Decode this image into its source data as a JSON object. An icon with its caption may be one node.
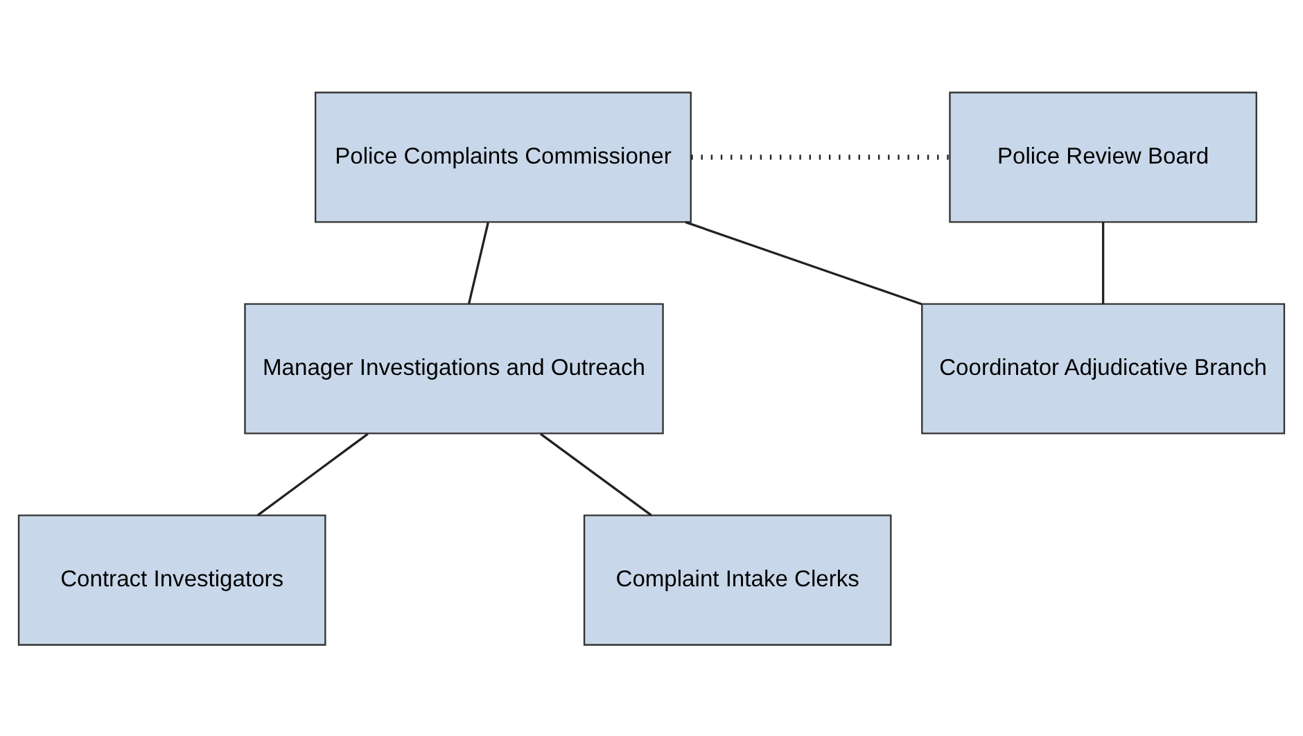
{
  "diagram": {
    "nodes": [
      {
        "text": [
          "Police Complaints Commissioner"
        ]
      },
      {
        "text": [
          "Police Review Board"
        ]
      },
      {
        "text": [
          "Manager Investigations and Outreach"
        ]
      },
      {
        "text": [
          "Coordinator Adjudicative Branch"
        ]
      },
      {
        "text": [
          "Contract Investigators"
        ]
      },
      {
        "text": [
          "Complaint Intake Clerks"
        ]
      }
    ],
    "edges": [
      {
        "from": 0,
        "to": 1,
        "arrow": "none",
        "style": "dashed"
      },
      {
        "from": 0,
        "to": 2,
        "arrow": "none"
      },
      {
        "from": 0,
        "to": 3,
        "arrow": "none"
      },
      {
        "from": 1,
        "to": 3,
        "arrow": "none"
      },
      {
        "from": 2,
        "to": 4,
        "arrow": "none"
      },
      {
        "from": 2,
        "to": 5,
        "arrow": "none"
      }
    ]
  }
}
